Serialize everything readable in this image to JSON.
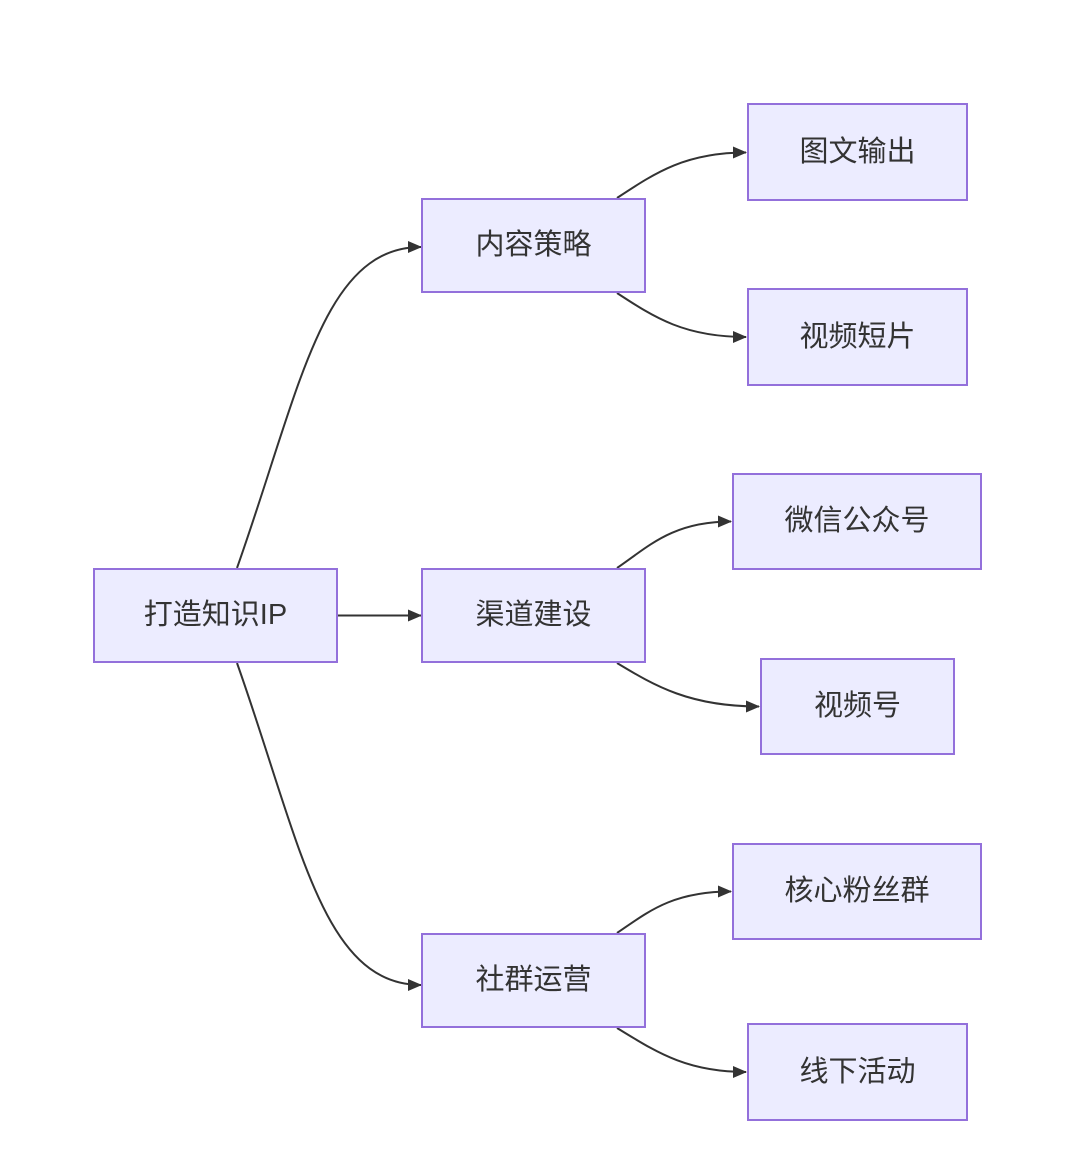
{
  "diagram": {
    "type": "flowchart",
    "direction": "left-to-right",
    "colors": {
      "background": "#ffffff",
      "node_fill": "#ECECFF",
      "node_border": "#9370DB",
      "edge": "#333333",
      "text": "#333333"
    },
    "nodes": {
      "root": {
        "label": "打造知识IP"
      },
      "content": {
        "label": "内容策略"
      },
      "channel": {
        "label": "渠道建设"
      },
      "community": {
        "label": "社群运营"
      },
      "tuwen": {
        "label": "图文输出"
      },
      "video_clip": {
        "label": "视频短片"
      },
      "wechat_official": {
        "label": "微信公众号"
      },
      "video_channel": {
        "label": "视频号"
      },
      "fan_group": {
        "label": "核心粉丝群"
      },
      "offline_event": {
        "label": "线下活动"
      }
    },
    "edges": [
      {
        "from": "打造知识IP",
        "to": "内容策略"
      },
      {
        "from": "打造知识IP",
        "to": "渠道建设"
      },
      {
        "from": "打造知识IP",
        "to": "社群运营"
      },
      {
        "from": "内容策略",
        "to": "图文输出"
      },
      {
        "from": "内容策略",
        "to": "视频短片"
      },
      {
        "from": "渠道建设",
        "to": "微信公众号"
      },
      {
        "from": "渠道建设",
        "to": "视频号"
      },
      {
        "from": "社群运营",
        "to": "核心粉丝群"
      },
      {
        "from": "社群运营",
        "to": "线下活动"
      }
    ]
  }
}
